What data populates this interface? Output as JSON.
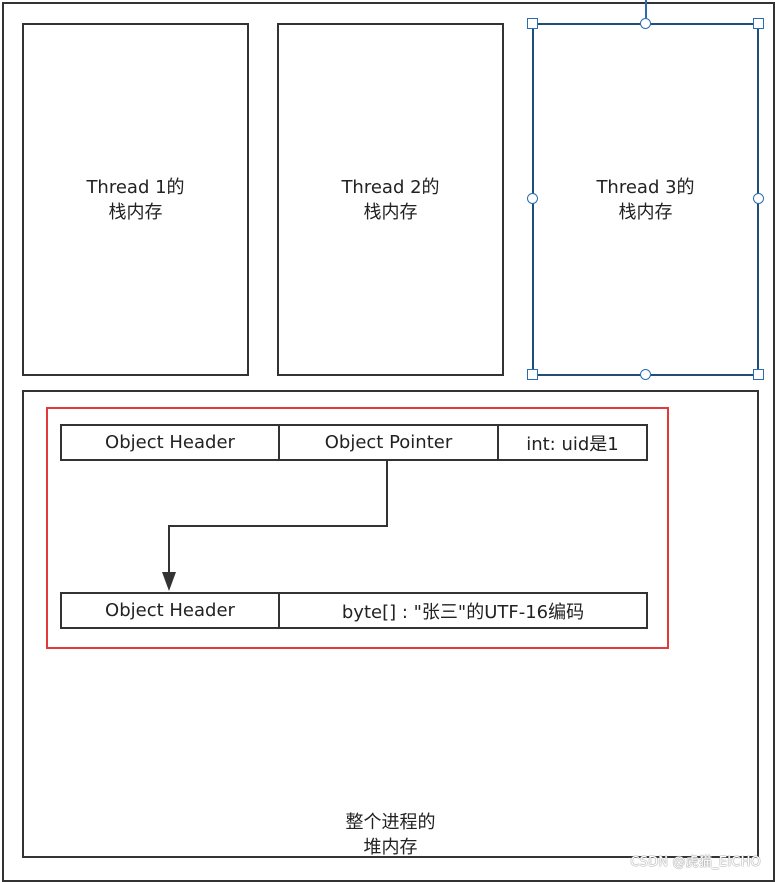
{
  "threads": [
    {
      "label": "Thread 1的\n栈内存"
    },
    {
      "label": "Thread 2的\n栈内存"
    },
    {
      "label": "Thread 3的\n栈内存"
    }
  ],
  "heap": {
    "label": "整个进程的\n堆内存"
  },
  "object_row_1": {
    "cells": [
      "Object Header",
      "Object Pointer",
      "int: uid是1"
    ]
  },
  "object_row_2": {
    "cells": [
      "Object Header",
      "byte[] : \"张三\"的UTF-16编码"
    ]
  },
  "watermark": "CSDN @虎猫_EICHO",
  "colors": {
    "border": "#333333",
    "selection": "#2b6cb0",
    "highlight": "#e23a3a"
  }
}
